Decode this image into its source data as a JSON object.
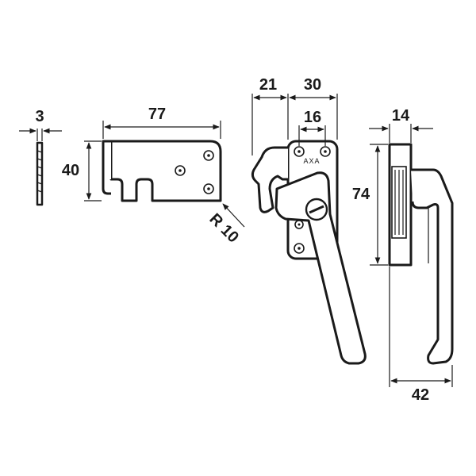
{
  "dimensions": {
    "strip_thickness": "3",
    "plate_width": "77",
    "plate_height": "40",
    "radius": "R 10",
    "hook_offset": "21",
    "base_width": "30",
    "screw_spacing": "16",
    "handle_height": "74",
    "side_depth": "14",
    "side_projection": "42"
  },
  "brand": {
    "logo_text": "AXA"
  },
  "colors": {
    "line": "#1a1a1a",
    "background": "#ffffff"
  }
}
